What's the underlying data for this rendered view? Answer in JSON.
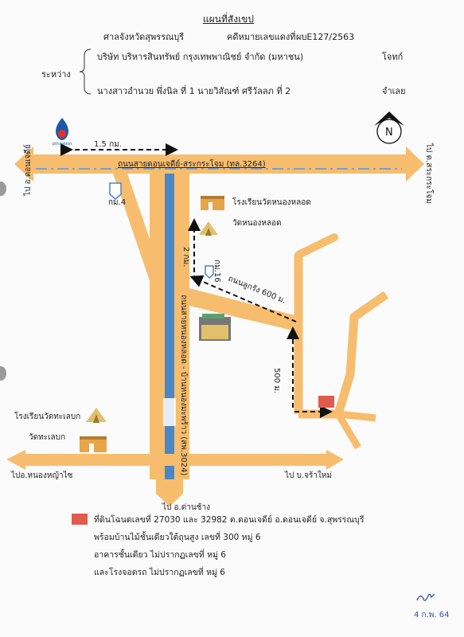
{
  "header": {
    "title": "แผนที่สังเขป",
    "court": "ศาลจังหวัดสุพรรณบุรี",
    "case_label": "คดีหมายเลขแดงที่",
    "case_number": "ผบE127/2563",
    "between_label": "ระหว่าง",
    "plaintiff": "บริษัท บริหารสินทรัพย์ กรุงเทพพาณิชย์ จำกัด (มหาชน)",
    "plaintiff_role": "โจทก์",
    "defendant": "นางสาวอำนวย  พึ่งนิล ที่ 1 นายวิสัณฑ์ ศรีวัลลภ ที่ 2",
    "defendant_role": "จำเลย"
  },
  "map": {
    "north_label": "N",
    "main_road_label": "ถนนสายดอนเจดีย์-สระกระโจม (ทล.3264)",
    "to_don_chedi": "ไป อ.ดอนเจดีย์",
    "to_sra_krachom": "ไป ต.สระกระโจม",
    "distance_1": "1.5 กม.",
    "km_marker_4": "กม.4",
    "school_1": "โรงเรียนวัดหนองหลอด",
    "temple_1": "วัดหนองหลอด",
    "distance_2": "2 กม.",
    "km_marker_16": "กม.16",
    "side_road_label": "ถนนลูกรัง 600 ม.",
    "village_road_label": "ถนนสายหนองหลอด - บ้านหนองมะพร้าว (สพ.3024)",
    "distance_3": "500 ม.",
    "school_2": "โรงเรียนวัดทะเลบก",
    "temple_2": "วัดทะเลบก",
    "to_nong_ya_sai": "ไปอ.หนองหญ้าไซ",
    "to_chan_mai": "ไป บ.จร้าใหม่",
    "to_dan_chang": "ไป อ.ด่านช้าง",
    "ptt_label": "pttstation"
  },
  "legend": {
    "line_1": "ที่ดินโฉนดเลขที่ 27030 และ 32982 ต.ดอนเจดีย์ อ.ดอนเจดีย์ จ.สุพรรณบุรี",
    "line_2": "พร้อมบ้านไม้ชั้นเดียวใต้ถุนสูง เลขที่ 300 หมู่ 6",
    "line_3": "อาคารชั้นเดียว ไม่ปรากฏเลขที่  หมู่ 6",
    "line_4": "และโรงจอดรถ ไม่ปรากฏเลขที่ หมู่ 6",
    "marker_color": "#e05b4b"
  },
  "footer": {
    "date_note": "4 ก.พ. 64"
  },
  "colors": {
    "road": "#f7bd6e",
    "river": "#4a86c8",
    "center_line": "#7f9fc4"
  }
}
